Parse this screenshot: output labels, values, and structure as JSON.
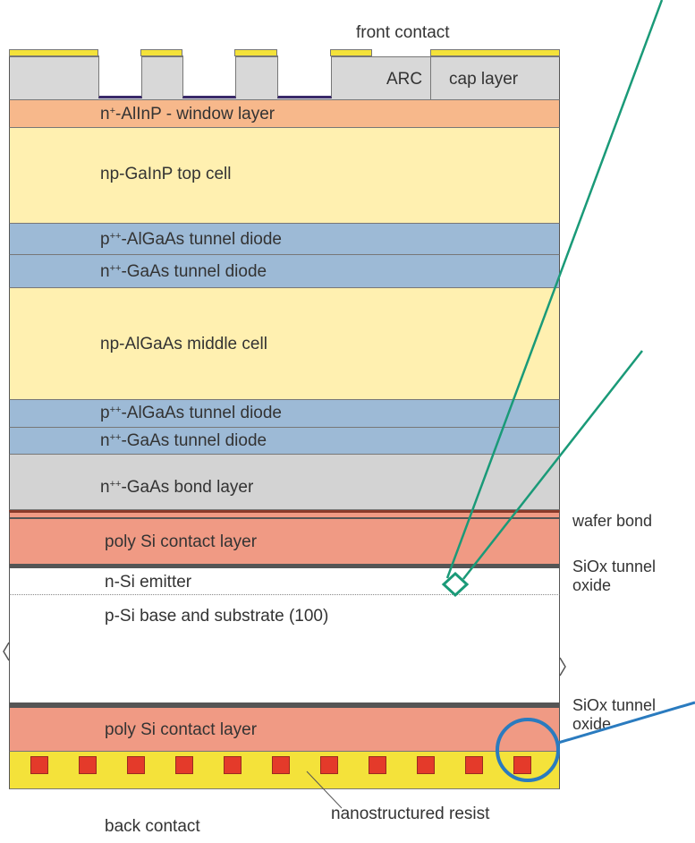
{
  "labels": {
    "front_contact": "front contact",
    "arc": "ARC",
    "cap_layer": "cap layer",
    "window_layer_a": "n",
    "window_layer_sup": "+",
    "window_layer_b": "-AlInP - window layer",
    "top_cell": "np-GaInP top cell",
    "tunnel_p1_a": "p",
    "tunnel_p1_sup": "++",
    "tunnel_p1_b": "-AlGaAs tunnel diode",
    "tunnel_n1_a": "n",
    "tunnel_n1_sup": "++",
    "tunnel_n1_b": "-GaAs  tunnel diode",
    "middle_cell": "np-AlGaAs middle cell",
    "tunnel_p2_a": "p",
    "tunnel_p2_sup": "++",
    "tunnel_p2_b": "-AlGaAs tunnel diode",
    "tunnel_n2_a": "n",
    "tunnel_n2_sup": "++",
    "tunnel_n2_b": "-GaAs  tunnel diode",
    "bond_layer_a": "n",
    "bond_layer_sup": "++",
    "bond_layer_b": "-GaAs bond layer",
    "poly_si_top": "poly Si contact layer",
    "emitter": "n-Si emitter",
    "base": "p-Si base and substrate (100)",
    "poly_si_bottom": "poly Si contact layer",
    "wafer_bond": "wafer bond",
    "siox_1_line1": "SiOx tunnel",
    "siox_1_line2": "oxide",
    "siox_2_line1": "SiOx tunnel",
    "siox_2_line2": "oxide",
    "back_contact": "back contact",
    "nanostructured_resist": "nanostructured resist"
  },
  "colors": {
    "cap_gray": "#d8d8d8",
    "window_orange": "#f7b88b",
    "cell_yellow": "#fff0b0",
    "tunnel_blue": "#9dbad6",
    "bond_gray": "#d3d3d3",
    "poly_si": "#f09a84",
    "contact_yellow": "#f4e23a",
    "resist_red": "#e43a2a",
    "oxide_dark": "#555555",
    "callout_green": "#1a9a78",
    "callout_blue": "#2a7bbf"
  }
}
